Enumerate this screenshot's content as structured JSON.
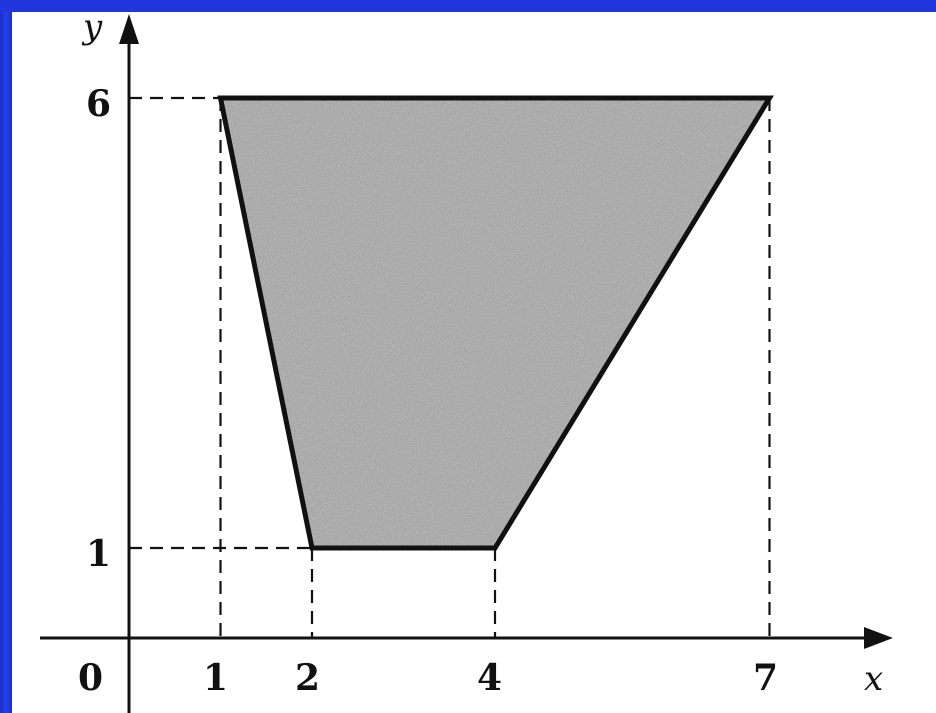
{
  "figure": {
    "axes": {
      "x_label": "x",
      "y_label": "y",
      "origin_label": "0"
    },
    "x_ticks": [
      "1",
      "2",
      "4",
      "7"
    ],
    "y_ticks": [
      "1",
      "6"
    ],
    "polygon": {
      "vertices": [
        [
          1,
          6
        ],
        [
          7,
          6
        ],
        [
          4,
          1
        ],
        [
          2,
          1
        ]
      ],
      "fill": "#b8b8b8",
      "stroke": "#111111"
    },
    "frame_color": "#1f36dc"
  }
}
